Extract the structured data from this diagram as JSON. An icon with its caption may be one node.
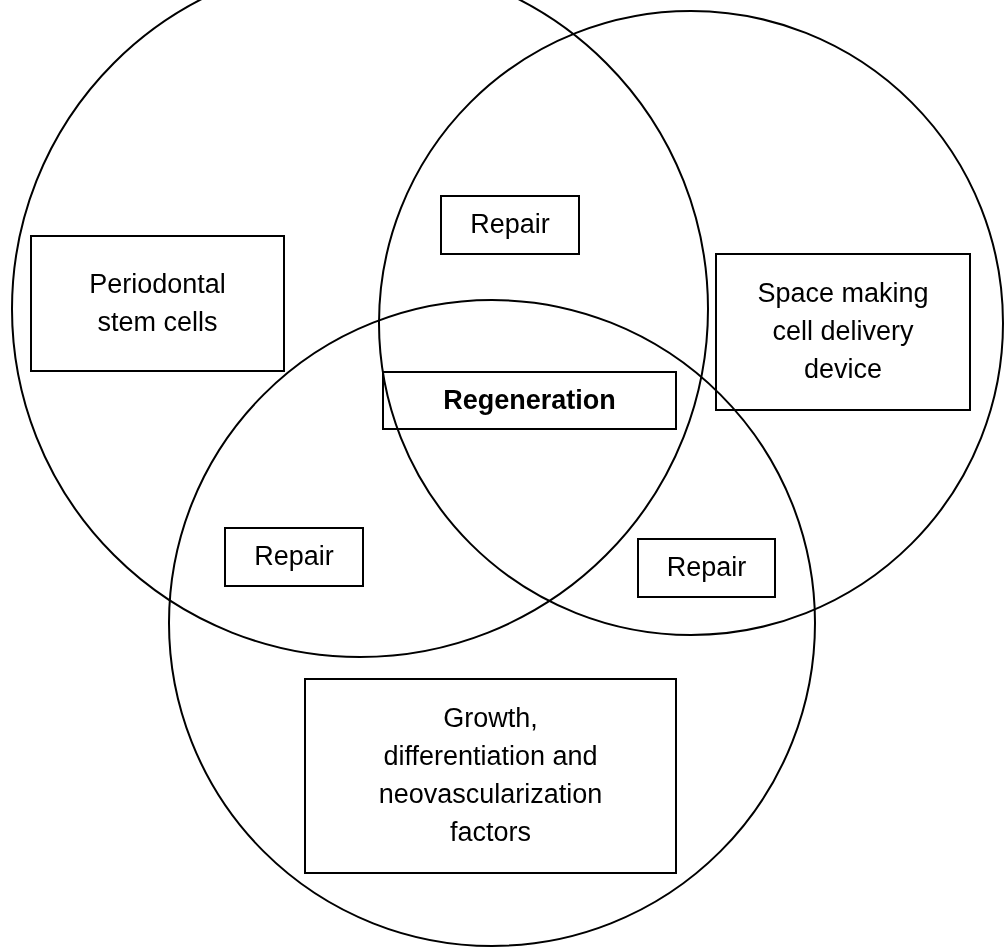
{
  "diagram": {
    "nodes": [
      {
        "text": [],
        "shape": "circle"
      },
      {
        "text": [],
        "shape": "circle"
      },
      {
        "text": [],
        "shape": "circle"
      },
      {
        "text": [
          "Repair"
        ]
      },
      {
        "text": [
          "Periodontal stem cells"
        ],
        "in": 0
      },
      {
        "text": [
          "Space making cell delivery device"
        ],
        "in": 1
      },
      {
        "text": [
          "Regeneration"
        ]
      },
      {
        "text": [
          "Repair"
        ]
      },
      {
        "text": [
          "Repair"
        ]
      },
      {
        "text": [
          "Growth, differentiation and neovascularization factors"
        ],
        "in": 2
      }
    ]
  }
}
